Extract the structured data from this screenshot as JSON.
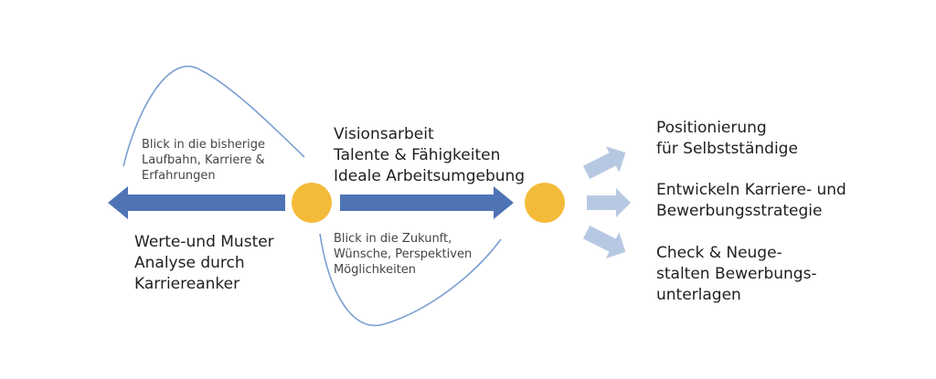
{
  "colors": {
    "arrow": "#4f74b6",
    "curve": "#7a9fd1",
    "circle": "#f4bb3a",
    "light_arrow": "#b7c8e2"
  },
  "past": {
    "note": "Blick in die bisherige\nLaufbahn, Karriere &\nErfahrungen",
    "label": "Werte-und Muster\nAnalyse durch\nKarriereanker"
  },
  "future": {
    "title": "Visionsarbeit\nTalente & Fähigkeiten\nIdeale Arbeitsumgebung",
    "note": "Blick in die Zukunft,\nWünsche, Perspektiven\nMöglichkeiten"
  },
  "outcomes": [
    "Positionierung\nfür Selbstständige",
    "Entwickeln Karriere- und\nBewerbungsstrategie",
    "Check & Neuge-\nstalten Bewerbungs-\nunterlagen"
  ]
}
